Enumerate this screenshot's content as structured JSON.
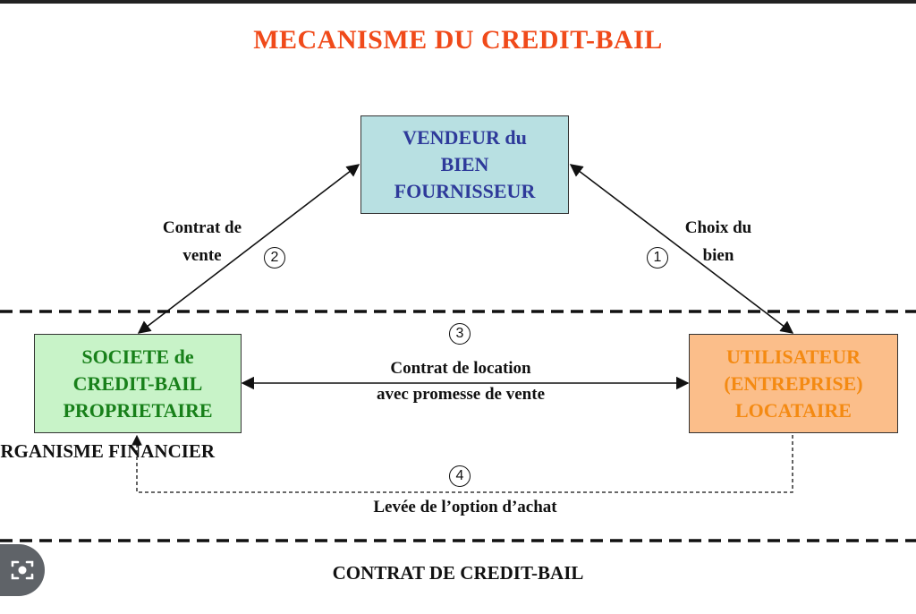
{
  "title": "MECANISME DU CREDIT-BAIL",
  "boxes": {
    "vendeur": [
      "VENDEUR du",
      "BIEN",
      "FOURNISSEUR"
    ],
    "societe": [
      "SOCIETE de",
      "CREDIT-BAIL",
      "PROPRIETAIRE"
    ],
    "utilisateur": [
      "UTILISATEUR",
      "(ENTREPRISE)",
      "LOCATAIRE"
    ]
  },
  "labels": {
    "contrat_vente": [
      "Contrat de",
      "vente"
    ],
    "choix_bien": [
      "Choix du",
      "bien"
    ],
    "contrat_location": [
      "Contrat de location",
      "avec promesse de vente"
    ],
    "organisme": "ORGANISME FINANCIER",
    "levee": "Levée de l’option d’achat",
    "footer": "CONTRAT DE CREDIT-BAIL"
  },
  "steps": [
    "2",
    "1",
    "3",
    "4"
  ],
  "colors": {
    "title": "#f04a1a",
    "vendeur_fill": "#b8e0e2",
    "vendeur_text": "#2e3a9a",
    "societe_fill": "#c8f3c8",
    "societe_text": "#18801a",
    "utilisateur_fill": "#fbbe8a",
    "utilisateur_text": "#f48a12"
  },
  "icons": {
    "lens": "camera-lens-icon"
  }
}
